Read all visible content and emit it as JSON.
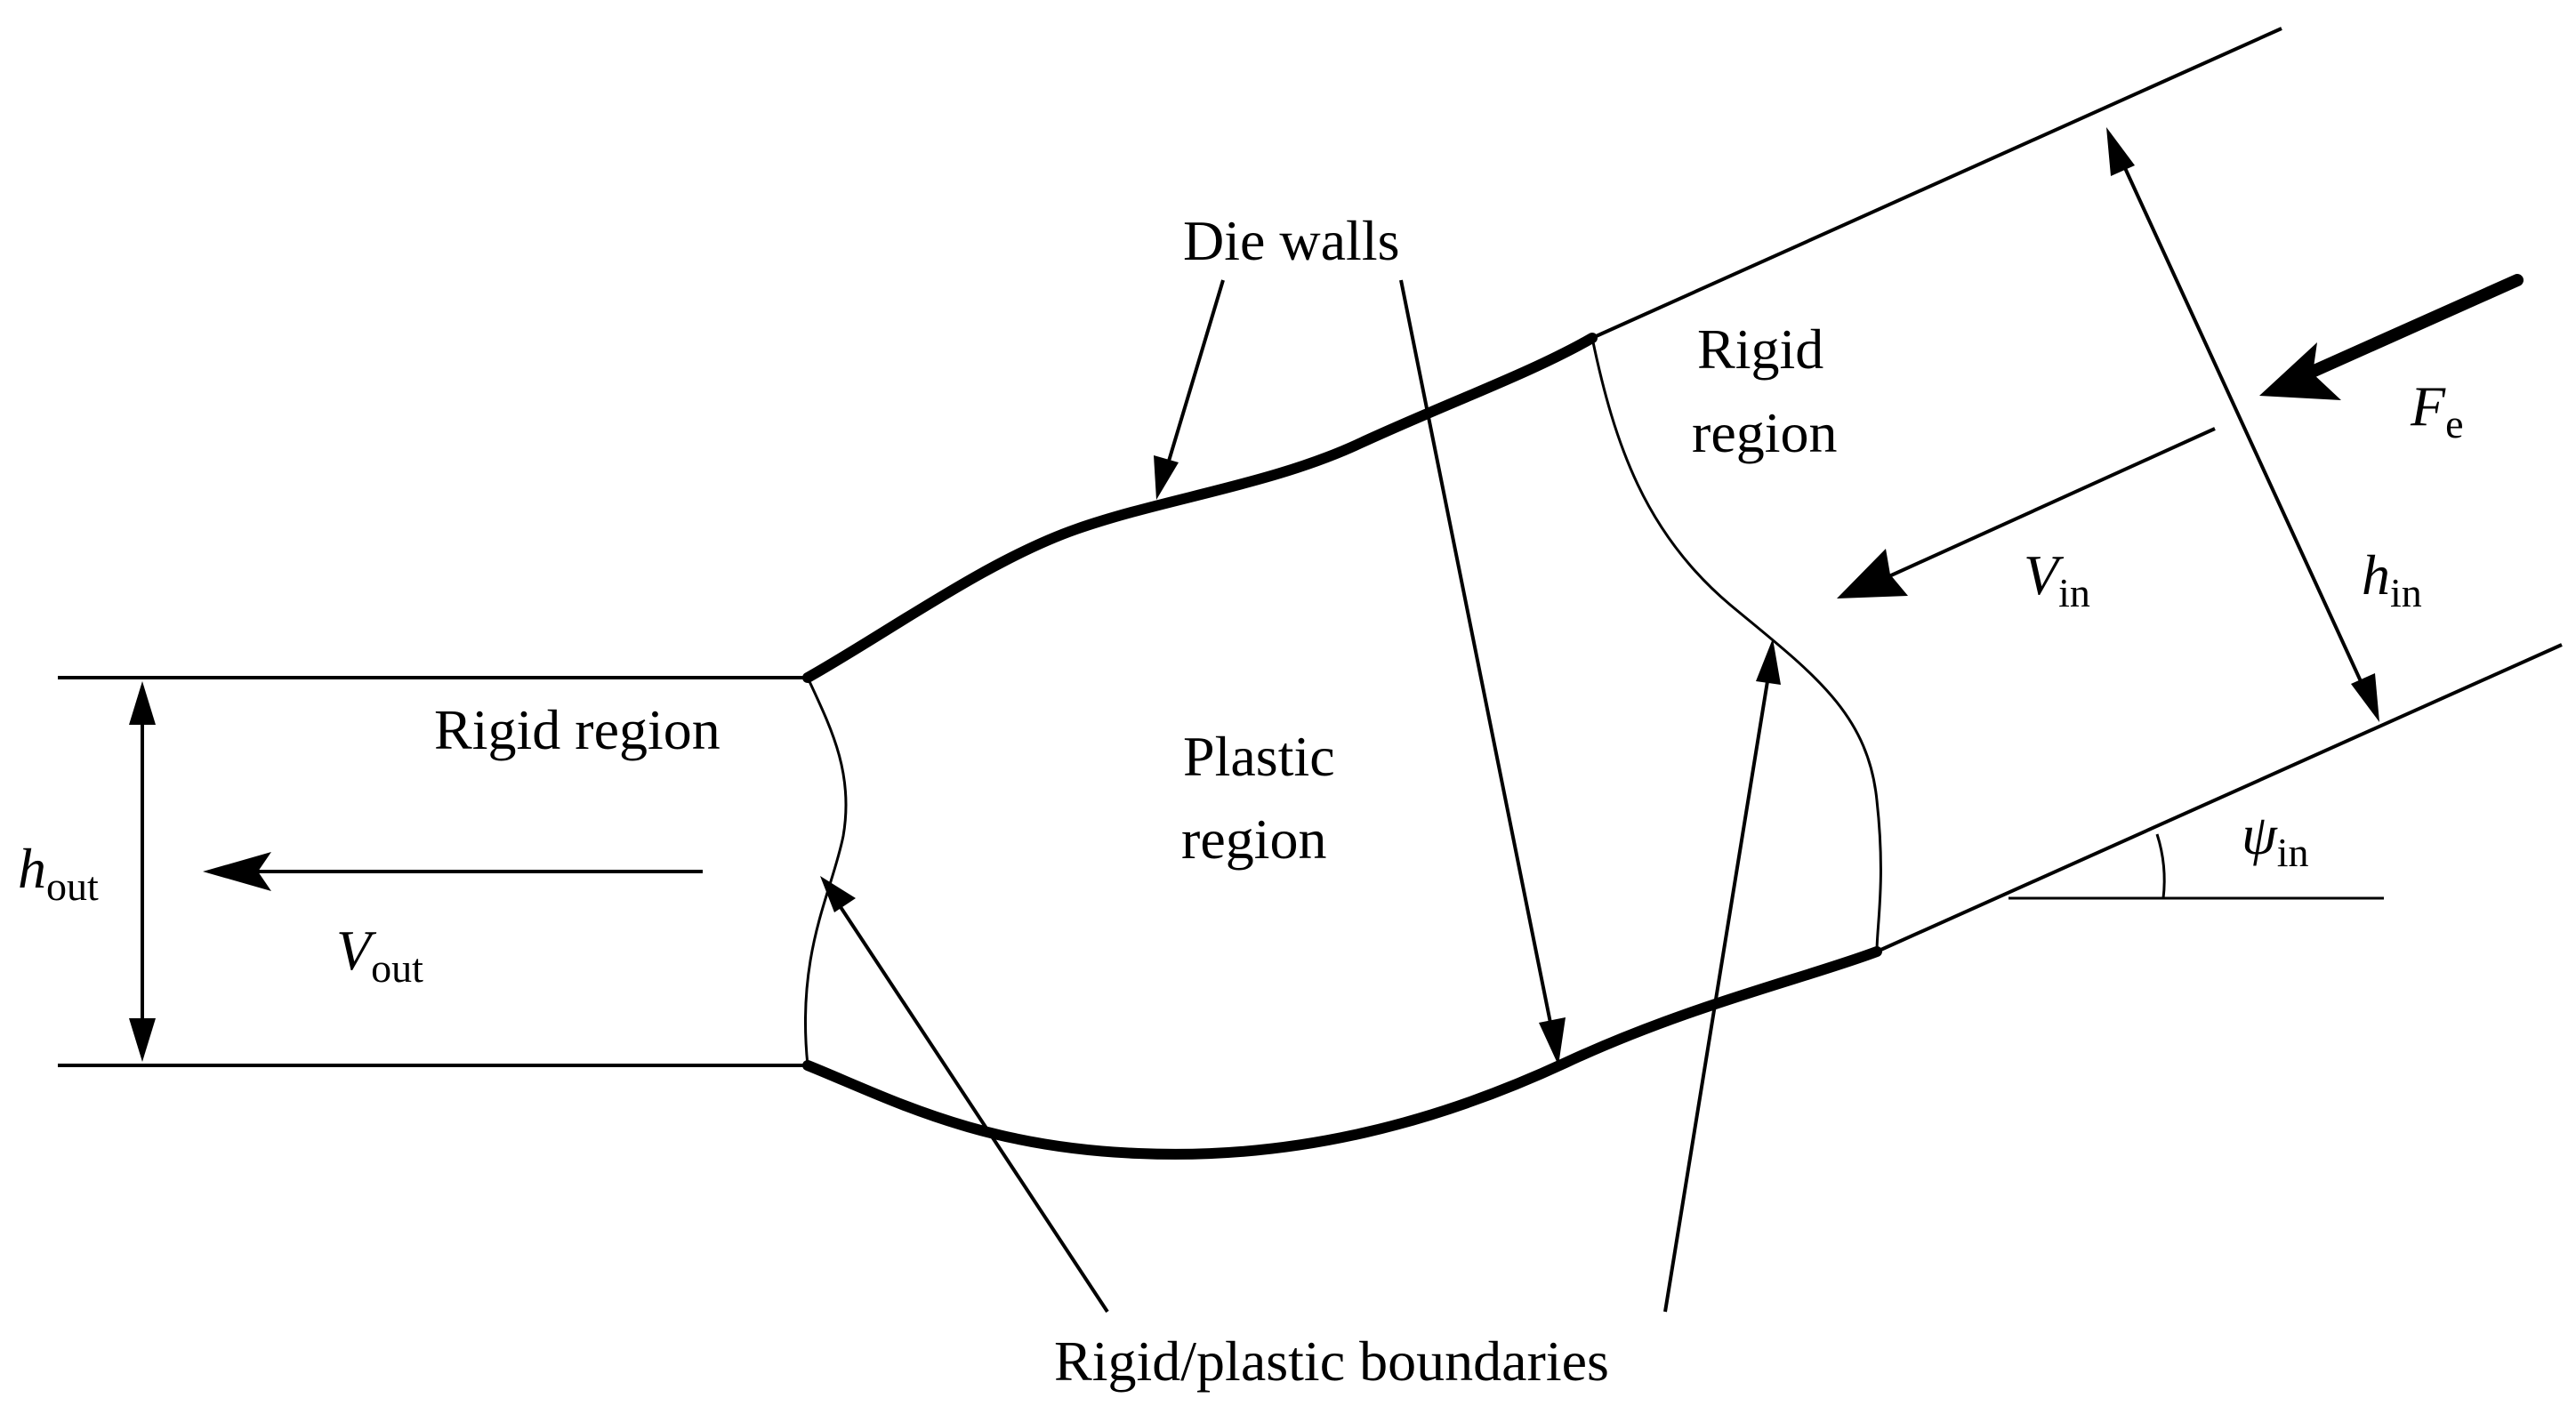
{
  "labels": {
    "die_walls": "Die walls",
    "rigid_region_left": "Rigid region",
    "rigid_region_right_line1": "Rigid",
    "rigid_region_right_line2": "region",
    "plastic_region_line1": "Plastic",
    "plastic_region_line2": "region",
    "rigid_plastic_boundaries": "Rigid/plastic boundaries"
  },
  "symbols": {
    "h_out": {
      "main": "h",
      "sub": "out"
    },
    "v_out": {
      "main": "V",
      "sub": "out"
    },
    "v_in": {
      "main": "V",
      "sub": "in"
    },
    "h_in": {
      "main": "h",
      "sub": "in"
    },
    "f_e": {
      "main": "F",
      "sub": "e"
    },
    "psi_in": {
      "main": "ψ",
      "sub": "in"
    }
  }
}
